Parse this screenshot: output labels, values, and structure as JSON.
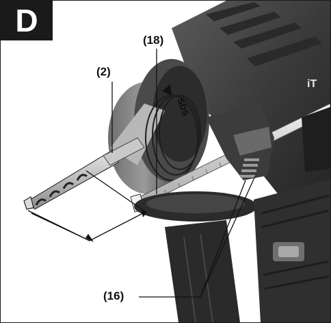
{
  "panel": {
    "letter": "D"
  },
  "callouts": {
    "depth_rod": "(18)",
    "drill_bit": "(2)",
    "release_button": "(16)"
  },
  "tool_markings": {
    "chuck_label": "SDS",
    "housing_label": "iT"
  },
  "colors": {
    "badge_bg": "#1a1a1a",
    "tool_body": "#3a3a3a",
    "tool_dark": "#1f1f1f",
    "tool_light": "#8a8a8a",
    "rod": "#d9d9d9",
    "line": "#111111"
  }
}
